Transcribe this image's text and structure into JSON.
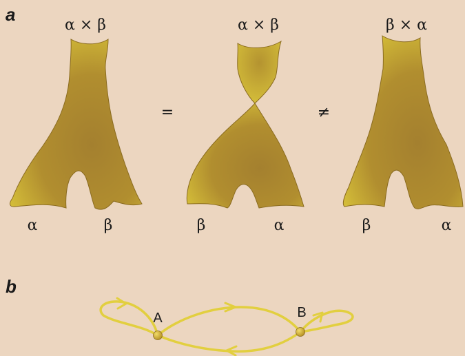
{
  "panel_a": {
    "label": "a",
    "pants_left": {
      "top": "α × β",
      "bottom_left": "α",
      "bottom_right": "β"
    },
    "equals": "=",
    "pants_middle": {
      "top": "α × β",
      "bottom_left": "β",
      "bottom_right": "α"
    },
    "not_equals": "≠",
    "pants_right": {
      "top": "β × α",
      "bottom_left": "β",
      "bottom_right": "α"
    }
  },
  "panel_b": {
    "label": "b",
    "point_a": "A",
    "point_b": "B"
  },
  "colors": {
    "background": "#ecd6c0",
    "surface_light": "#d8c23a",
    "surface_dark": "#a9812e",
    "curve": "#e2cf3f",
    "point": "#c9a326"
  }
}
